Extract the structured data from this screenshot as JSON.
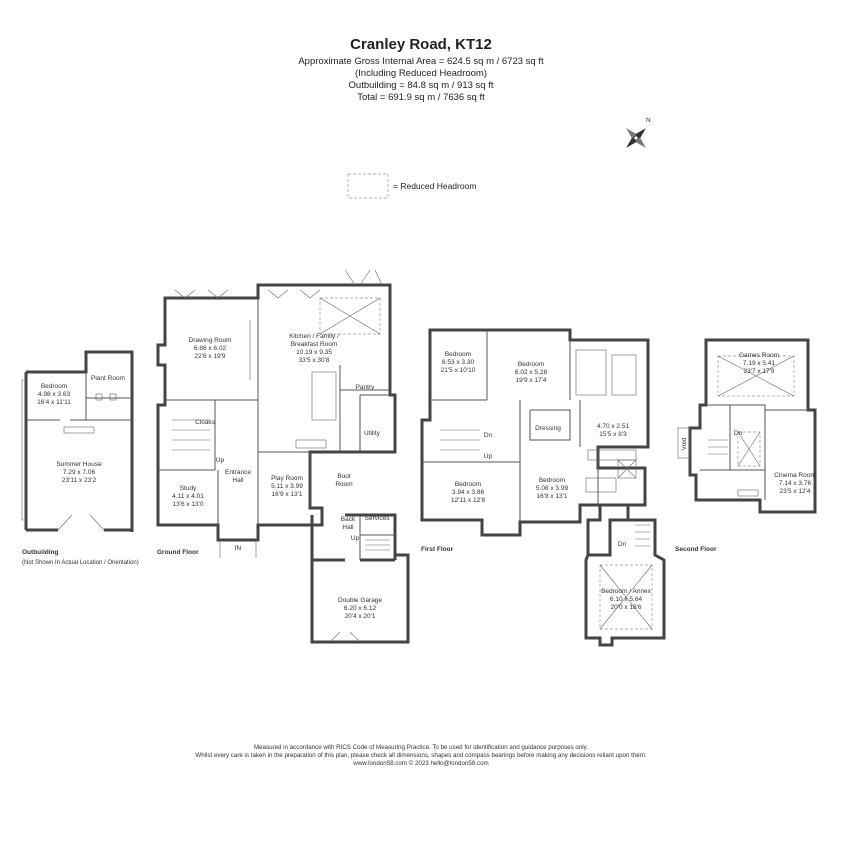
{
  "header": {
    "title": "Cranley Road, KT12",
    "line1": "Approximate Gross Internal Area = 624.5 sq m / 6723 sq ft",
    "line2": "(Including Reduced Headroom)",
    "line3": "Outbuilding = 84.8 sq m / 913 sq ft",
    "line4": "Total = 691.9 sq m / 7636 sq ft"
  },
  "compass": {
    "label": "N"
  },
  "legend": {
    "label": "= Reduced Headroom"
  },
  "floors": {
    "outbuilding": "Outbuilding",
    "outbuilding_note": "(Not Shown In Actual Location / Orientation)",
    "ground": "Ground Floor",
    "first": "First Floor",
    "second": "Second Floor"
  },
  "rooms": {
    "ob_bedroom": {
      "name": "Bedroom",
      "m": "4.98 x 3.63",
      "ft": "16'4 x 11'11"
    },
    "ob_plant": {
      "name": "Plant Room"
    },
    "ob_summer": {
      "name": "Summer House",
      "m": "7.29 x 7.06",
      "ft": "23'11 x 23'2"
    },
    "gf_drawing": {
      "name": "Drawing Room",
      "m": "6.86 x 6.02",
      "ft": "22'6 x 19'9"
    },
    "gf_kitchen": {
      "name1": "Kitchen / Family /",
      "name2": "Breakfast Room",
      "m": "10.19 x 9.35",
      "ft": "33'5 x 30'8"
    },
    "gf_pantry": {
      "name": "Pantry"
    },
    "gf_utility": {
      "name": "Utility"
    },
    "gf_cloaks": {
      "name": "Cloaks"
    },
    "gf_up": {
      "name": "Up"
    },
    "gf_entrance": {
      "name1": "Entrance",
      "name2": "Hall"
    },
    "gf_study": {
      "name": "Study",
      "m": "4.11 x 4.01",
      "ft": "13'6 x 13'0"
    },
    "gf_play": {
      "name": "Play Room",
      "m": "5.11 x 3.99",
      "ft": "16'9 x 13'1"
    },
    "gf_boot": {
      "name1": "Boot",
      "name2": "Room"
    },
    "gf_back": {
      "name1": "Back",
      "name2": "Hall"
    },
    "gf_services": {
      "name": "Services"
    },
    "gf_up2": {
      "name": "Up"
    },
    "gf_in": {
      "name": "IN"
    },
    "gf_garage": {
      "name": "Double Garage",
      "m": "6.20 x 6.12",
      "ft": "20'4 x 20'1"
    },
    "ff_bed1": {
      "name": "Bedroom",
      "m": "6.53 x 3.30",
      "ft": "21'5 x 10'10"
    },
    "ff_bed2": {
      "name": "Bedroom",
      "m": "6.02 x 5.28",
      "ft": "19'9 x 17'4"
    },
    "ff_dressing": {
      "name": "Dressing"
    },
    "ff_dim": {
      "m": "4.70 x 2.51",
      "ft": "15'5 x 8'3"
    },
    "ff_dn": {
      "name": "Dn"
    },
    "ff_up": {
      "name": "Up"
    },
    "ff_bed3": {
      "name": "Bedroom",
      "m": "3.94 x 3.86",
      "ft": "12'11 x 12'8"
    },
    "ff_bed4": {
      "name": "Bedroom",
      "m": "5.08 x 3.99",
      "ft": "16'8 x 13'1"
    },
    "ff_dn2": {
      "name": "Dn"
    },
    "ff_annex": {
      "name": "Bedroom / Annex",
      "m": "6.10 x 5.64",
      "ft": "20'0 x 18'6"
    },
    "sf_games": {
      "name": "Games Room",
      "m": "7.19 x 5.41",
      "ft": "23'7 x 17'9"
    },
    "sf_dn": {
      "name": "Dn"
    },
    "sf_void": {
      "name": "Void"
    },
    "sf_cinema": {
      "name": "Cinema Room",
      "m": "7.14 x 3.76",
      "ft": "23'5 x 12'4"
    }
  },
  "footer": {
    "line1": "Measured in accordance with RICS Code of Measuring Practice. To be used for identification and guidance purposes only.",
    "line2": "Whilst every care is taken in the preparation of this plan, please check all dimensions, shapes and compass bearings before making any decisions reliant upon them.",
    "line3": "www.london58.com © 2023 hello@london58.com"
  }
}
